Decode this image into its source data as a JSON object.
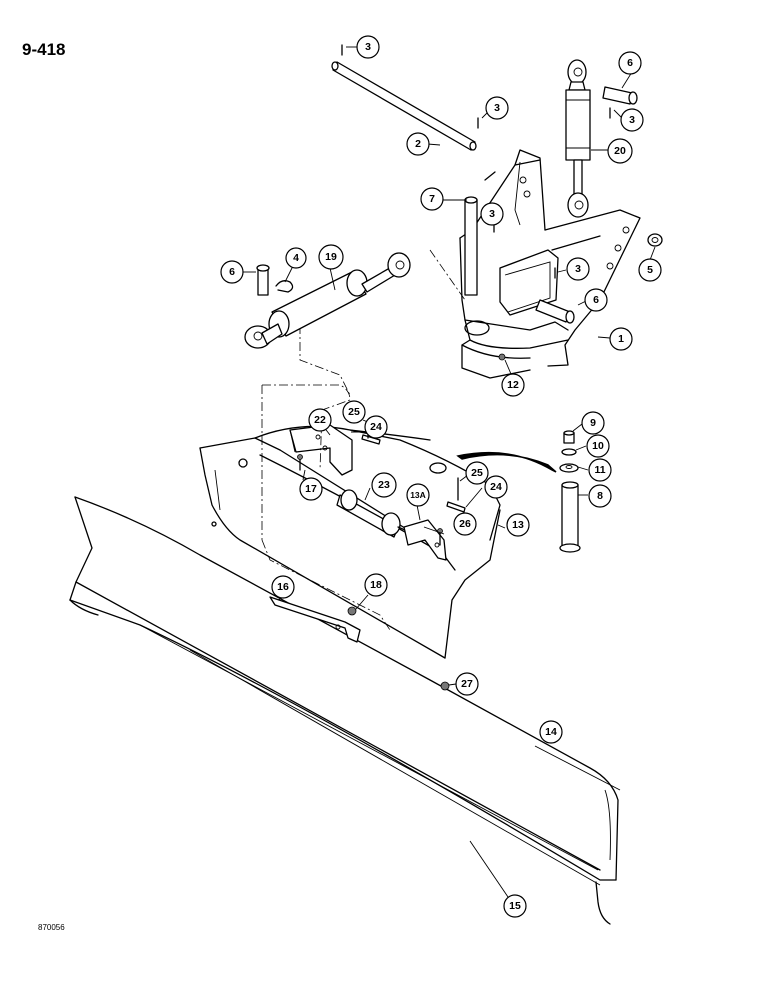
{
  "page": {
    "number": "9-418",
    "drawing_number": "870056"
  },
  "callouts": [
    {
      "id": "c-3a",
      "label": "3"
    },
    {
      "id": "c-3b",
      "label": "3"
    },
    {
      "id": "c-2",
      "label": "2"
    },
    {
      "id": "c-6a",
      "label": "6"
    },
    {
      "id": "c-3c",
      "label": "3"
    },
    {
      "id": "c-20",
      "label": "20"
    },
    {
      "id": "c-7",
      "label": "7"
    },
    {
      "id": "c-3d",
      "label": "3"
    },
    {
      "id": "c-5",
      "label": "5"
    },
    {
      "id": "c-3e",
      "label": "3"
    },
    {
      "id": "c-6b",
      "label": "6"
    },
    {
      "id": "c-1",
      "label": "1"
    },
    {
      "id": "c-6c",
      "label": "6"
    },
    {
      "id": "c-4",
      "label": "4"
    },
    {
      "id": "c-19",
      "label": "19"
    },
    {
      "id": "c-12",
      "label": "12"
    },
    {
      "id": "c-9",
      "label": "9"
    },
    {
      "id": "c-10",
      "label": "10"
    },
    {
      "id": "c-11",
      "label": "11"
    },
    {
      "id": "c-8",
      "label": "8"
    },
    {
      "id": "c-22",
      "label": "22"
    },
    {
      "id": "c-25a",
      "label": "25"
    },
    {
      "id": "c-24a",
      "label": "24"
    },
    {
      "id": "c-17",
      "label": "17"
    },
    {
      "id": "c-23",
      "label": "23"
    },
    {
      "id": "c-13a",
      "label": "13A"
    },
    {
      "id": "c-25b",
      "label": "25"
    },
    {
      "id": "c-24b",
      "label": "24"
    },
    {
      "id": "c-26",
      "label": "26"
    },
    {
      "id": "c-13",
      "label": "13"
    },
    {
      "id": "c-16",
      "label": "16"
    },
    {
      "id": "c-18",
      "label": "18"
    },
    {
      "id": "c-27",
      "label": "27"
    },
    {
      "id": "c-14",
      "label": "14"
    },
    {
      "id": "c-15",
      "label": "15"
    }
  ]
}
